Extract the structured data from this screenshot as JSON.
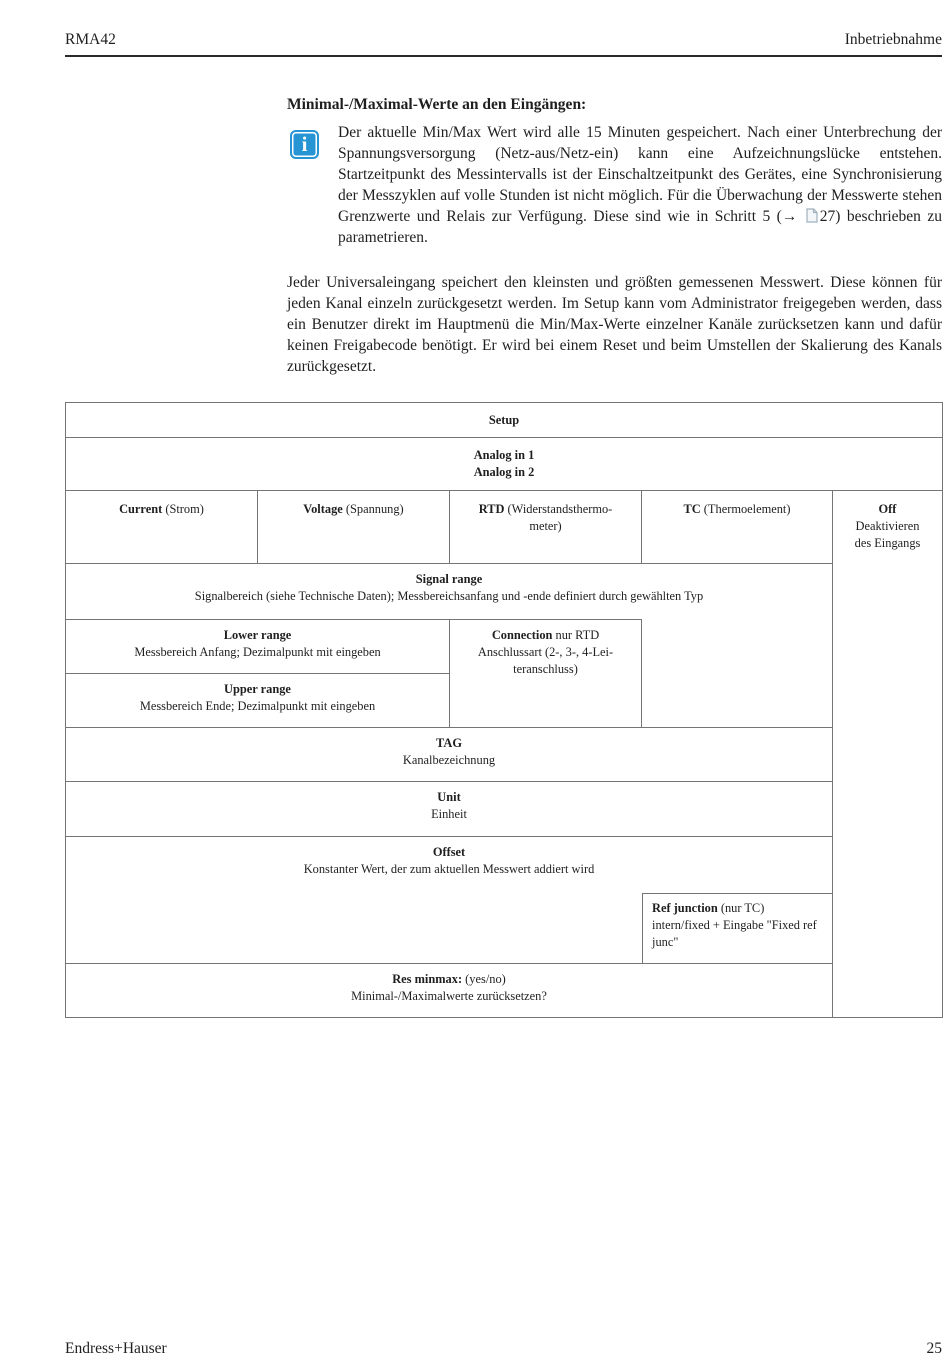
{
  "page_header": {
    "product": "RMA42",
    "chapter": "Inbetriebnahme"
  },
  "page_footer": {
    "company": "Endress+Hauser",
    "page_number": "25"
  },
  "section": {
    "heading": "Minimal-/Maximal-Werte an den Eingängen:",
    "note": {
      "icon": "info-icon",
      "icon_color": "#2795d3",
      "icon_glyph": "i",
      "text": "Der aktuelle Min/Max Wert wird alle 15 Minuten gespeichert. Nach einer Unterbrechung der Spannungsversorgung (Netz-aus/Netz-ein) kann eine Aufzeichnungslücke entstehen. Startzeitpunkt des Messintervalls ist der Einschaltzeitpunkt des Gerätes, eine Synchronisierung der Messzyklen auf volle Stunden ist nicht möglich. Für die Überwachung der Messwerte stehen Grenzwerte und Relais zur Verfügung. Diese sind wie in Schritt 5 (→",
      "ref_page": "27",
      "text_after": ") beschrieben zu parametrieren."
    },
    "paragraph": "Jeder Universaleingang speichert den kleinsten und größten gemessenen Messwert. Diese können für jeden Kanal einzeln zurückgesetzt werden. Im Setup kann vom Administrator freigegeben werden, dass ein Benutzer direkt im Hauptmenü die Min/Max-Werte einzelner Kanäle zurücksetzen kann und dafür keinen Freigabecode benötigt. Er wird bei einem Reset und beim Umstellen der Skalierung des Kanals zurückgesetzt."
  },
  "table": {
    "title": "Setup",
    "subtitle_line1": "Analog in 1",
    "subtitle_line2": "Analog in 2",
    "columns": {
      "current": {
        "title": "Current",
        "suffix": " (Strom)"
      },
      "voltage": {
        "title": "Voltage",
        "suffix": " (Spannung)"
      },
      "rtd": {
        "title": "RTD",
        "suffix": " (Widerstandsthermo-",
        "suffix2": "meter)"
      },
      "tc": {
        "title": "TC",
        "suffix": " (Thermoelement)"
      },
      "off": {
        "title": "Off",
        "line1": "Deaktivieren",
        "line2": "des Eingangs"
      }
    },
    "rows": {
      "signal_range": {
        "title": "Signal range",
        "desc": "Signalbereich (siehe Technische Daten); Messbereichsanfang und -ende definiert durch gewählten Typ"
      },
      "lower_range": {
        "title": "Lower range",
        "desc": "Messbereich Anfang; Dezimalpunkt mit eingeben"
      },
      "upper_range": {
        "title": "Upper range",
        "desc": "Messbereich Ende; Dezimalpunkt mit eingeben"
      },
      "connection": {
        "title": "Connection",
        "suffix": " nur RTD",
        "desc1": "Anschlussart (2-, 3-, 4-Lei-",
        "desc2": "teranschluss)"
      },
      "tag": {
        "title": "TAG",
        "desc": "Kanalbezeichnung"
      },
      "unit": {
        "title": "Unit",
        "desc": "Einheit"
      },
      "offset": {
        "title": "Offset",
        "desc": "Konstanter Wert, der zum aktuellen Messwert addiert wird"
      },
      "ref_junction": {
        "title": "Ref junction",
        "suffix": " (nur TC)",
        "desc": "intern/fixed + Eingabe \"Fixed ref junc\""
      },
      "res_minmax": {
        "title": "Res minmax:",
        "suffix": " (yes/no)",
        "desc": "Minimal-/Maximalwerte zurücksetzen?"
      }
    }
  }
}
